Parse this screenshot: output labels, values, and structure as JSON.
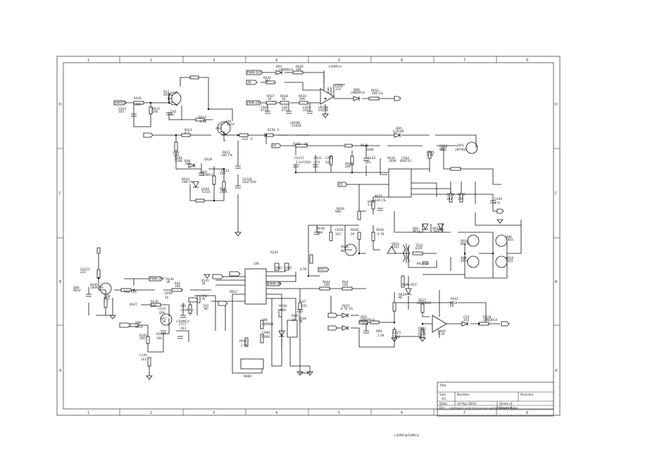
{
  "zones": {
    "columns": [
      "1",
      "2",
      "3",
      "4",
      "5",
      "6",
      "7",
      "8"
    ],
    "rows": [
      "D",
      "C",
      "B",
      "A"
    ]
  },
  "nets": [
    "PWM-OUT",
    "BJ",
    "PWM-OK",
    "PWM-OUT",
    "PWM-OK",
    "SWITCH",
    "SW1",
    "SW2",
    "VCC1",
    "VS",
    "VS",
    "PWM-OUT"
  ],
  "labels": [
    "DR1",
    "LMBD914",
    "RA55",
    "10K",
    "RA32",
    "1K",
    "+5VMCU",
    "CA50",
    "224",
    "DR6",
    "LMBD914",
    "RA52",
    "20K 1%",
    "RA17",
    "1K",
    "RA18",
    "1K",
    "RA19",
    "20K",
    "CA42",
    "473",
    "CA4",
    "473",
    "CA43",
    "103",
    "LM358",
    "U103B",
    "Q12",
    "4403",
    "RA20",
    "20K",
    "RA15",
    "20K",
    "CA15",
    "103",
    "CA5",
    "NC",
    "RA13",
    "1.5K",
    "Q9",
    "4403",
    "RA14",
    "4.7",
    "R256",
    "0",
    "R32",
    "0",
    "DR5",
    "LL4148",
    "R255",
    "1K",
    "RA6",
    "300",
    "RA56",
    "510K",
    "RA8",
    "10V",
    "DR29",
    "4401",
    "+5VMCU",
    "CA23",
    "104",
    "RA10",
    "10K 1%",
    "U104",
    "TL431",
    "RA9",
    "200K",
    "RA11",
    "10K 1%",
    "CA126",
    "10uF/50V",
    "CA117",
    "2.2uF/50V",
    "CA11",
    "474",
    "CA22",
    "222",
    "RA29",
    "20K",
    "RA33",
    "100K",
    "CA20",
    "104",
    "RA34",
    "100K",
    "U102",
    "BA9741",
    "RA35",
    "4.7K",
    "CA13",
    "NC",
    "Q93",
    "2N7002",
    "RA36",
    "68K",
    "RA31",
    "12K 1%",
    "RA30",
    "2.2",
    "CA30",
    "474",
    "CA33",
    "102",
    "RA37",
    "100",
    "RA38",
    "20K",
    "CA19",
    "103",
    "RA26",
    "2K",
    "RA28",
    "4.7K",
    "RA25",
    "NC",
    "Q81",
    "9014",
    "DR19",
    "BAV70",
    "DR16",
    "BAV70",
    "Q89",
    "4401",
    "Q88",
    "4403",
    "Q810",
    "4401",
    "Q811",
    "4403",
    "T102",
    "EI19",
    "RA39",
    "10",
    "CA112",
    "224",
    "RA45",
    "100K 1%",
    "Q84",
    "9014",
    "CA6",
    "472",
    "RA3",
    "10K",
    "RA1",
    "10K",
    "R235",
    "1K",
    "R236",
    "10K",
    "RA27",
    "10K",
    "+5VMCU",
    "CA1",
    "NC",
    "RA2",
    "1K",
    "RA7",
    "1K",
    "Q86",
    "9014",
    "R265",
    "10K",
    "R266",
    "10K",
    "C117",
    "103",
    "C120",
    "103",
    "R269",
    "10",
    "RB27",
    "10K",
    "RB84",
    "10K",
    "ARPWM",
    "CON1",
    "CON2",
    "RA11",
    "1.5K",
    "RA44",
    "10K",
    "RA4",
    "100",
    "RA21",
    "1K",
    "DR4A",
    "LED",
    "RA28",
    "1K",
    "CA7",
    "102",
    "RA37",
    "NC",
    "DR27",
    "LMBD914",
    "RA43",
    "9.1K",
    "CA3",
    "104",
    "DR26",
    "LMBD914",
    "RA57",
    "8.7K 1%",
    "DR2",
    "LMBD914",
    "RA54",
    "1.5K",
    "RB4",
    "1.5K",
    "CA25",
    "104",
    "RA51",
    "1K",
    "RA53",
    "9.1K",
    "RA50",
    "9.1K",
    "LM358",
    "U103A",
    "R244",
    "1K",
    "R245",
    "4.7K",
    "+12V",
    "DIM",
    "+5VMCU",
    "+5VMCU",
    "+5VMCU"
  ],
  "title_block": {
    "title_label": "Title",
    "size_label": "Size",
    "size_value": "A3",
    "number_label": "Number",
    "revision_label": "Revision",
    "date_label": "Date:",
    "date_value": "14-Apr-2010",
    "sheet_label": "Sheet of",
    "file_label": "File:",
    "file_value": "F:\\MPE4001\\1426 KT\\Clock and gat\\MPE4Lite7BT6.ddb",
    "drawn_label": "Drawn By:"
  }
}
